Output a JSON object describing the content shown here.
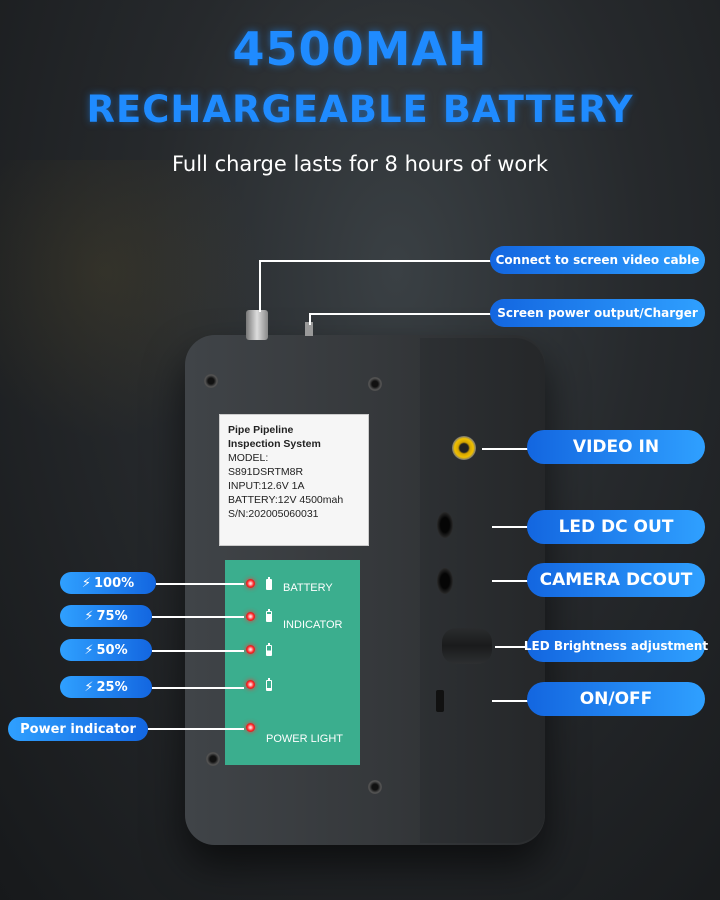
{
  "header": {
    "title": "4500MAH",
    "subtitle": "RECHARGEABLE BATTERY",
    "tagline": "Full charge lasts for 8 hours of work"
  },
  "device_label": {
    "line1": "Pipe Pipeline",
    "line2": "Inspection System",
    "line3": "MODEL:",
    "line4": "S891DSRTM8R",
    "line5": "INPUT:12.6V 1A",
    "line6": "BATTERY:12V  4500mah",
    "line7": "S/N:202005060031"
  },
  "panel": {
    "battery": "BATTERY",
    "indicator": "INDICATOR",
    "power_light": "POWER LIGHT"
  },
  "callouts_top": {
    "video_cable": "Connect to screen video cable",
    "power_output": "Screen power output/Charger"
  },
  "callouts_right": {
    "video_in": "VIDEO IN",
    "led_dc_out": "LED DC OUT",
    "camera_dcout": "CAMERA DCOUT",
    "led_brightness": "LED Brightness adjustment",
    "on_off": "ON/OFF"
  },
  "callouts_left": {
    "p100": "100%",
    "p75": "75%",
    "p50": "50%",
    "p25": "25%",
    "power_indicator": "Power indicator"
  },
  "colors": {
    "accent_blue": "#1f8bff",
    "panel_green": "#3bae8e",
    "led_red": "#ff2a2a"
  }
}
